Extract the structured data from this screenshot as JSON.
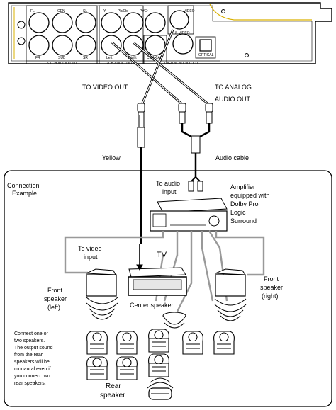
{
  "panel": {
    "labels": {
      "fl": "FL",
      "cen": "CEN",
      "sl": "SL",
      "fr": "FR",
      "sub": "SUB",
      "sr": "SR",
      "pr": "Pr/Cr",
      "pb": "Pb/Cb",
      "y": "Y",
      "left": "Left",
      "right": "Right",
      "coaxial": "COAXIAL",
      "video": "VIDEO",
      "svideo": "S-VIDEO",
      "optical": "OPTICAL",
      "group_51": "5.1CH AUDIO OUT",
      "group_2ch": "2CH AUDIO OUT",
      "group_digital": "DIGITAL AUDIO OUT"
    }
  },
  "labels": {
    "to_video_out": "TO VIDEO OUT",
    "to_analog_1": "TO ANALOG",
    "to_analog_2": "AUDIO OUT",
    "yellow": "Yellow",
    "audio_cable": "Audio cable",
    "connection_example_1": "Connection",
    "connection_example_2": "Example",
    "to_audio_input_1": "To audio",
    "to_audio_input_2": "input",
    "amplifier": [
      "Amplifier",
      "equipped with",
      "Dolby Pro",
      "Logic",
      "Surround"
    ],
    "to_video_input_1": "To video",
    "to_video_input_2": "input",
    "tv": "TV",
    "front_left": [
      "Front",
      "speaker",
      "(left)"
    ],
    "front_right": [
      "Front",
      "speaker",
      "(right)"
    ],
    "center_speaker": "Center speaker",
    "note": [
      "Connect one or",
      "two speakers.",
      "The output sound",
      "from the rear",
      "speakers will be",
      "monaural even if",
      "you connect two",
      "rear speakers."
    ],
    "rear_speaker_1": "Rear",
    "rear_speaker_2": "speaker"
  }
}
